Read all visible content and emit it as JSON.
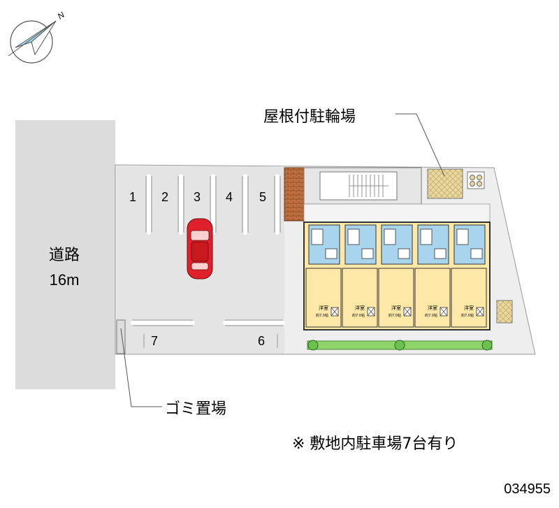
{
  "compass": {
    "north_letter": "N"
  },
  "road": {
    "name": "道路",
    "width": "16m"
  },
  "parking_lot": {
    "spaces": [
      {
        "number": "1"
      },
      {
        "number": "2"
      },
      {
        "number": "3"
      },
      {
        "number": "4"
      },
      {
        "number": "5"
      },
      {
        "number": "6"
      },
      {
        "number": "7"
      }
    ]
  },
  "labels": {
    "bicycle_parking": "屋根付駐輪場",
    "garbage_area": "ゴミ置場",
    "note": "※ 敷地内駐車場7台有り",
    "property_id": "034955"
  },
  "units": [
    {
      "tag": "洋室",
      "sub": "約7.0帖"
    },
    {
      "tag": "洋室",
      "sub": "約7.0帖"
    },
    {
      "tag": "洋室",
      "sub": "約7.0帖"
    },
    {
      "tag": "洋室",
      "sub": "約7.0帖"
    },
    {
      "tag": "洋室",
      "sub": "約7.0帖"
    }
  ],
  "colors": {
    "road": "#dcdcdc",
    "parking": "#e4e4e4",
    "building_interior": "#fde8a8",
    "wet_area": "#a9d4ee",
    "brick": "#b86b3a",
    "hedge": "#8fd46a",
    "car": "#e0202a",
    "compass": "#a9d8f0"
  }
}
